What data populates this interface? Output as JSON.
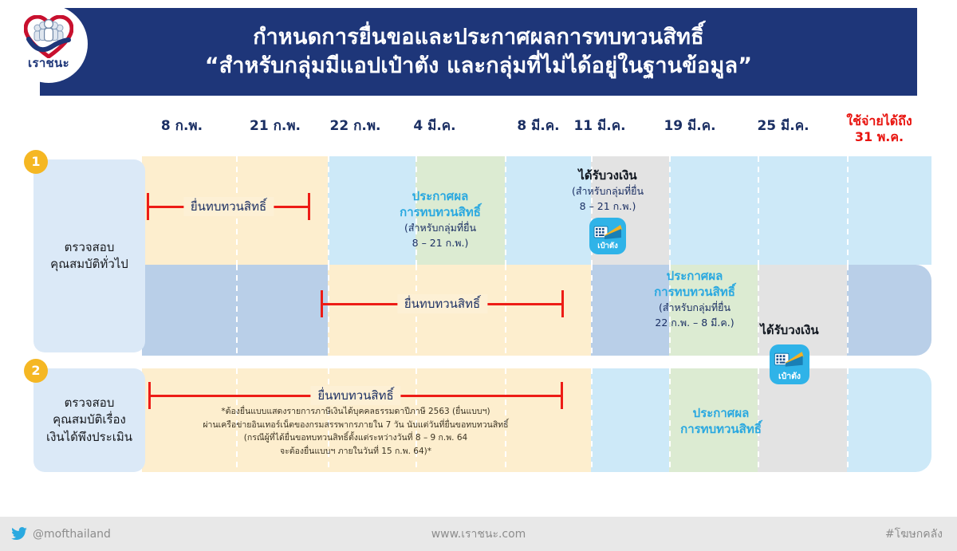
{
  "header": {
    "title_line1": "กำหนดการยื่นขอและประกาศผลการทบทวนสิทธิ์",
    "title_line2": "“สำหรับกลุ่มมีแอปเป๋าตัง และกลุ่มที่ไม่ได้อยู่ในฐานข้อมูล”",
    "logo_text": "เราชนะ",
    "logo_icon": "heart-people-logo",
    "bar_color": "#1e3679"
  },
  "timeline": {
    "date_labels": [
      "8 ก.พ.",
      "21 ก.พ.",
      "22 ก.พ.",
      "4 มี.ค.",
      "8 มี.ค.",
      "11 มี.ค.",
      "19 มี.ค.",
      "25 มี.ค."
    ],
    "end_note_line1": "ใช้จ่ายได้ถึง",
    "end_note_line2": "31 พ.ค.",
    "end_note_color": "#e8140f"
  },
  "steps": [
    {
      "number": "1",
      "label_line1": "ตรวจสอบ",
      "label_line2": "คุณสมบัติทั่วไป"
    },
    {
      "number": "2",
      "label_line1": "ตรวจสอบ",
      "label_line2": "คุณสมบัติเรื่อง",
      "label_line3": "เงินได้พึงประเมิน"
    }
  ],
  "rows": [
    {
      "range_label": "ยื่นทบทวนสิทธิ์",
      "announce_main_l1": "ประกาศผล",
      "announce_main_l2": "การทบทวนสิทธิ์",
      "announce_sub_l1": "(สำหรับกลุ่มที่ยื่น",
      "announce_sub_l2": "8 – 21 ก.พ.)",
      "receive_title": "ได้รับวงเงิน",
      "receive_sub_l1": "(สำหรับกลุ่มที่ยื่น",
      "receive_sub_l2": "8 – 21 ก.พ.)",
      "app_name": "เป๋าตัง",
      "app_icon": "paotang-wallet-icon"
    },
    {
      "range_label": "ยื่นทบทวนสิทธิ์",
      "announce_main_l1": "ประกาศผล",
      "announce_main_l2": "การทบทวนสิทธิ์",
      "announce_sub_l1": "(สำหรับกลุ่มที่ยื่น",
      "announce_sub_l2": "22 ก.พ. – 8 มี.ค.)",
      "receive_title": "ได้รับวงเงิน",
      "app_name": "เป๋าตัง",
      "app_icon": "paotang-wallet-icon"
    },
    {
      "range_label": "ยื่นทบทวนสิทธิ์",
      "announce_main_l1": "ประกาศผล",
      "announce_main_l2": "การทบทวนสิทธิ์",
      "footnote_l1": "*ต้องยื่นแบบแสดงรายการภาษีเงินได้บุคคลธรรมดาปีภาษี 2563 (ยื่นแบบฯ)",
      "footnote_l2": "ผ่านเครือข่ายอินเทอร์เน็ตของกรมสรรพากรภายใน 7 วัน นับแต่วันที่ยื่นขอทบทวนสิทธิ์",
      "footnote_l3": "(กรณีผู้ที่ได้ยื่นขอทบทวนสิทธิ์ตั้งแต่ระหว่างวันที่ 8 – 9 ก.พ. 64",
      "footnote_l4": "จะต้องยื่นแบบฯ ภายในวันที่ 15 ก.พ. 64)*"
    }
  ],
  "footer": {
    "twitter_icon": "twitter-bird-icon",
    "twitter_handle": "@mofthailand",
    "website": "www.เราชนะ.com",
    "hashtag": "#โฆษกคลัง"
  },
  "palette": {
    "cream": "#fdeece",
    "light_blue": "#cde9f8",
    "blue_gray": "#b9cfe8",
    "light_green": "#dcebd2",
    "gray": "#e3e3e3",
    "card_blue": "#dbe9f7",
    "badge_orange": "#f5b723",
    "accent_red": "#ed1c16",
    "cyan": "#29a8e0"
  }
}
